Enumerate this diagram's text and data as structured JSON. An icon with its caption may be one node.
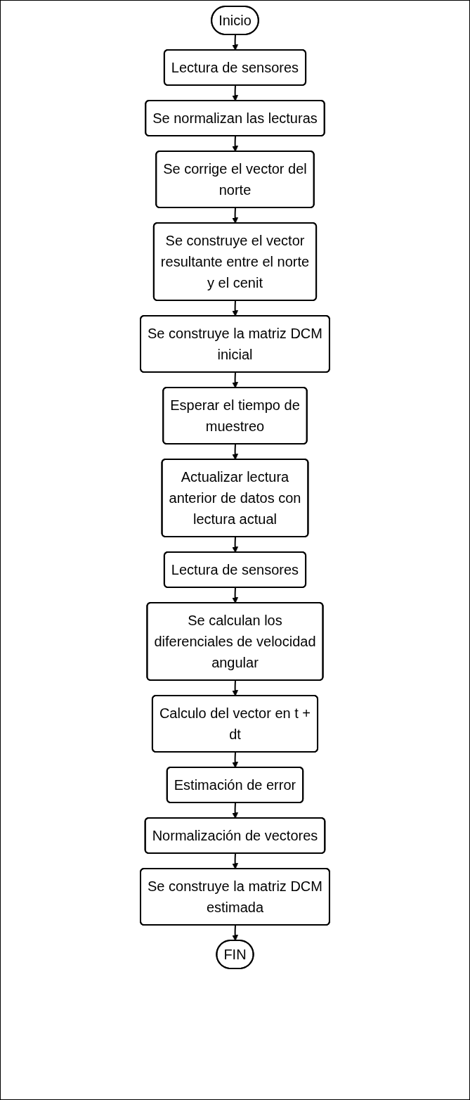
{
  "diagram": {
    "nodes": [
      {
        "text": [
          "Inicio"
        ]
      },
      {
        "text": [
          "Lectura de sensores"
        ]
      },
      {
        "text": [
          "Se normalizan las lecturas"
        ]
      },
      {
        "text": [
          "Se corrige el vector del norte"
        ]
      },
      {
        "text": [
          "Se construye el vector resultante entre el norte y el cenit"
        ]
      },
      {
        "text": [
          "Se construye la matriz DCM inicial"
        ]
      },
      {
        "text": [
          "Esperar el tiempo de muestreo"
        ]
      },
      {
        "text": [
          "Actualizar lectura anterior de datos con lectura actual"
        ]
      },
      {
        "text": [
          "Lectura de sensores"
        ]
      },
      {
        "text": [
          "Se calculan los diferenciales de velocidad angular"
        ]
      },
      {
        "text": [
          "Calculo del vector en t + dt"
        ]
      },
      {
        "text": [
          "Estimación de error"
        ]
      },
      {
        "text": [
          "Normalización de vectores"
        ]
      },
      {
        "text": [
          "Se construye la matriz DCM estimada"
        ]
      },
      {
        "text": [
          "FIN"
        ]
      }
    ],
    "edges": [
      {
        "from": 0,
        "to": 1,
        "arrow": "to"
      },
      {
        "from": 1,
        "to": 2,
        "arrow": "to"
      },
      {
        "from": 2,
        "to": 3,
        "arrow": "to"
      },
      {
        "from": 3,
        "to": 4,
        "arrow": "to"
      },
      {
        "from": 4,
        "to": 5,
        "arrow": "to"
      },
      {
        "from": 5,
        "to": 6,
        "arrow": "to"
      },
      {
        "from": 6,
        "to": 7,
        "arrow": "to"
      },
      {
        "from": 7,
        "to": 8,
        "arrow": "to"
      },
      {
        "from": 8,
        "to": 9,
        "arrow": "to"
      },
      {
        "from": 9,
        "to": 10,
        "arrow": "to"
      },
      {
        "from": 10,
        "to": 11,
        "arrow": "to"
      },
      {
        "from": 11,
        "to": 12,
        "arrow": "to"
      },
      {
        "from": 12,
        "to": 13,
        "arrow": "to"
      },
      {
        "from": 13,
        "to": 14,
        "arrow": "to"
      }
    ]
  }
}
